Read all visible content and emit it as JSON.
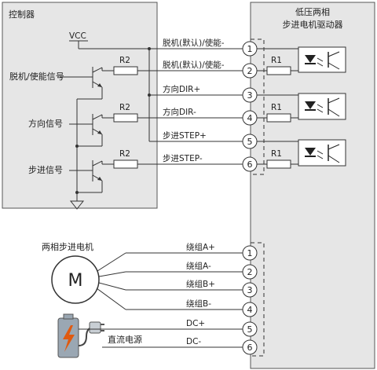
{
  "controller": {
    "title": "控制器",
    "vcc": "VCC",
    "signals": [
      "脱机/使能信号",
      "方向信号",
      "步进信号"
    ],
    "resistor": "R2"
  },
  "driver": {
    "title_line1": "低压两相",
    "title_line2": "步进电机驱动器",
    "resistor": "R1"
  },
  "control_pins": [
    {
      "num": "1",
      "label": "脱机(默认)/使能-"
    },
    {
      "num": "2",
      "label": "脱机(默认)/使能-"
    },
    {
      "num": "3",
      "label": "方向DIR+"
    },
    {
      "num": "4",
      "label": "方向DIR-"
    },
    {
      "num": "5",
      "label": "步进STEP+"
    },
    {
      "num": "6",
      "label": "步进STEP-"
    }
  ],
  "motor": {
    "title": "两相步进电机",
    "symbol": "M"
  },
  "power": {
    "label": "直流电源"
  },
  "power_pins": [
    {
      "num": "1",
      "label": "绕组A+"
    },
    {
      "num": "2",
      "label": "绕组A-"
    },
    {
      "num": "3",
      "label": "绕组B+"
    },
    {
      "num": "4",
      "label": "绕组B-"
    },
    {
      "num": "5",
      "label": "DC+"
    },
    {
      "num": "6",
      "label": "DC-"
    }
  ],
  "colors": {
    "box_fill": "#e6e6e6",
    "line": "#333333",
    "battery_fill": "#9aa7b3",
    "bolt": "#e05a10"
  }
}
